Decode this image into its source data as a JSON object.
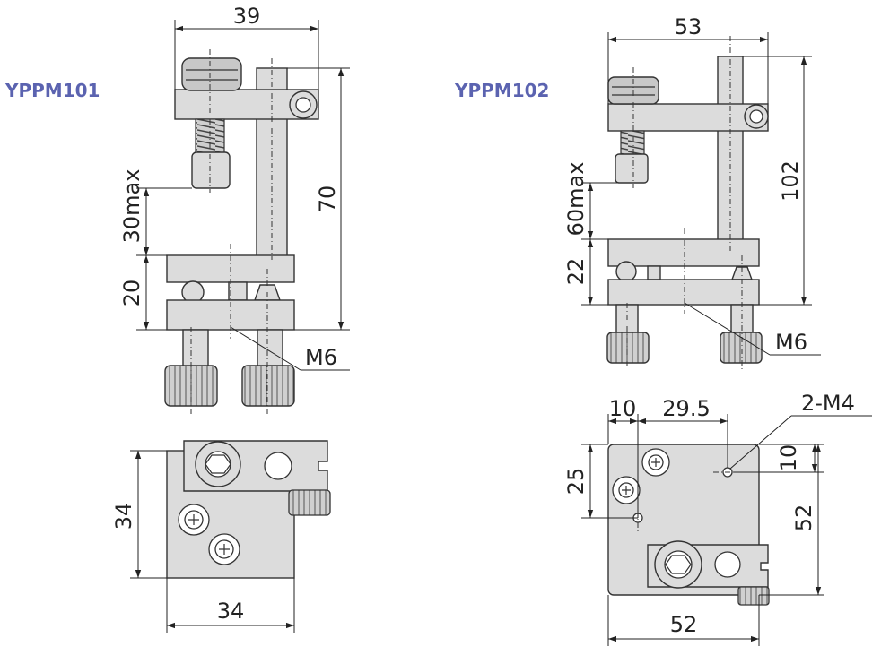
{
  "models": {
    "left": "YPPM101",
    "right": "YPPM102"
  },
  "left_side": {
    "width": "39",
    "height": "70",
    "opening": "30max",
    "clamp": "20",
    "thread": "M6"
  },
  "left_top": {
    "depth": "34",
    "width": "34"
  },
  "right_side": {
    "width": "53",
    "height": "102",
    "opening": "60max",
    "clamp": "22",
    "thread": "M6"
  },
  "right_top": {
    "offset_x": "10",
    "spacing_x": "29.5",
    "holes": "2-M4",
    "spacing_y": "25",
    "offset_y": "10",
    "depth": "52",
    "width": "52"
  },
  "colors": {
    "label": "#5b63b0",
    "line": "#222222",
    "part_fill": "#dcdcdc"
  }
}
